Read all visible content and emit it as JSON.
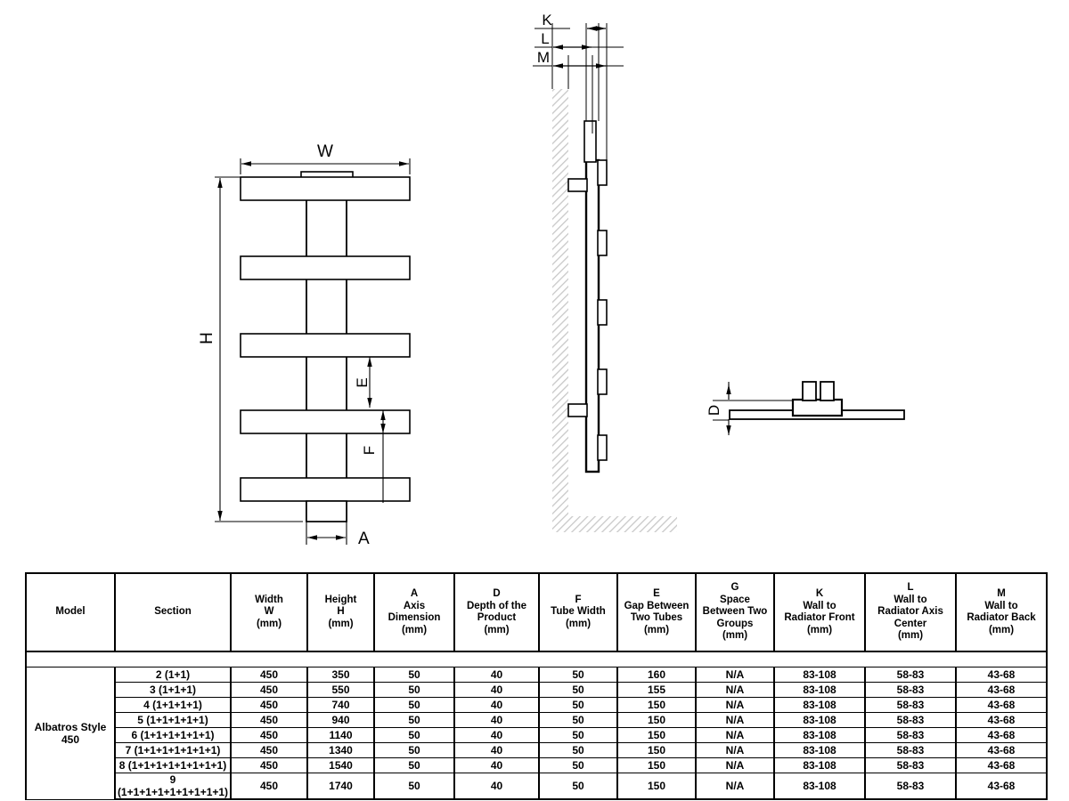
{
  "drawing": {
    "title": "Albatros Style 450 radiator technical drawing",
    "front_view": {
      "labels": [
        {
          "key": "W",
          "text": "W",
          "meaning": "width"
        },
        {
          "key": "H",
          "text": "H",
          "meaning": "height"
        },
        {
          "key": "E",
          "text": "E",
          "meaning": "gap-between-two-tubes"
        },
        {
          "key": "F",
          "text": "F",
          "meaning": "tube-width"
        },
        {
          "key": "A",
          "text": "A",
          "meaning": "axis-dimension"
        }
      ],
      "bar_count": 5
    },
    "side_view": {
      "labels": [
        {
          "key": "K",
          "text": "K",
          "meaning": "wall-to-radiator-front"
        },
        {
          "key": "L",
          "text": "L",
          "meaning": "wall-to-radiator-axis-center"
        },
        {
          "key": "M",
          "text": "M",
          "meaning": "wall-to-radiator-back"
        }
      ],
      "protrusion_count": 5,
      "bracket_count": 2
    },
    "top_view": {
      "labels": [
        {
          "key": "D",
          "text": "D",
          "meaning": "depth-of-the-product"
        }
      ],
      "stub_count": 2
    }
  },
  "table": {
    "headers": [
      {
        "id": "model",
        "lines": [
          "Model"
        ]
      },
      {
        "id": "section",
        "lines": [
          "Section"
        ]
      },
      {
        "id": "width",
        "lines": [
          "Width",
          "W",
          "(mm)"
        ]
      },
      {
        "id": "height",
        "lines": [
          "Height",
          "H",
          "(mm)"
        ]
      },
      {
        "id": "a",
        "lines": [
          "A",
          "Axis",
          "Dimension",
          "(mm)"
        ]
      },
      {
        "id": "d",
        "lines": [
          "D",
          "Depth of the",
          "Product",
          "(mm)"
        ]
      },
      {
        "id": "f",
        "lines": [
          "F",
          "Tube Width",
          "(mm)"
        ]
      },
      {
        "id": "e",
        "lines": [
          "E",
          "Gap Between",
          "Two Tubes",
          "(mm)"
        ]
      },
      {
        "id": "g",
        "lines": [
          "G",
          "Space",
          "Between Two",
          "Groups",
          "(mm)"
        ]
      },
      {
        "id": "k",
        "lines": [
          "K",
          "Wall to",
          "Radiator Front",
          "(mm)"
        ]
      },
      {
        "id": "l",
        "lines": [
          "L",
          "Wall to",
          "Radiator  Axis",
          "Center",
          "(mm)"
        ]
      },
      {
        "id": "m",
        "lines": [
          "M",
          "Wall to",
          "Radiator  Back",
          "(mm)"
        ]
      }
    ],
    "model": "Albatros Style\n450",
    "model_lines": [
      "Albatros Style",
      "450"
    ],
    "rows": [
      {
        "section": "2 (1+1)",
        "width": "450",
        "height": "350",
        "a": "50",
        "d": "40",
        "f": "50",
        "e": "160",
        "g": "N/A",
        "k": "83-108",
        "l": "58-83",
        "m": "43-68"
      },
      {
        "section": "3 (1+1+1)",
        "width": "450",
        "height": "550",
        "a": "50",
        "d": "40",
        "f": "50",
        "e": "155",
        "g": "N/A",
        "k": "83-108",
        "l": "58-83",
        "m": "43-68"
      },
      {
        "section": "4 (1+1+1+1)",
        "width": "450",
        "height": "740",
        "a": "50",
        "d": "40",
        "f": "50",
        "e": "150",
        "g": "N/A",
        "k": "83-108",
        "l": "58-83",
        "m": "43-68"
      },
      {
        "section": "5 (1+1+1+1+1)",
        "width": "450",
        "height": "940",
        "a": "50",
        "d": "40",
        "f": "50",
        "e": "150",
        "g": "N/A",
        "k": "83-108",
        "l": "58-83",
        "m": "43-68"
      },
      {
        "section": "6 (1+1+1+1+1+1)",
        "width": "450",
        "height": "1140",
        "a": "50",
        "d": "40",
        "f": "50",
        "e": "150",
        "g": "N/A",
        "k": "83-108",
        "l": "58-83",
        "m": "43-68"
      },
      {
        "section": "7 (1+1+1+1+1+1+1)",
        "width": "450",
        "height": "1340",
        "a": "50",
        "d": "40",
        "f": "50",
        "e": "150",
        "g": "N/A",
        "k": "83-108",
        "l": "58-83",
        "m": "43-68"
      },
      {
        "section": "8 (1+1+1+1+1+1+1+1)",
        "width": "450",
        "height": "1540",
        "a": "50",
        "d": "40",
        "f": "50",
        "e": "150",
        "g": "N/A",
        "k": "83-108",
        "l": "58-83",
        "m": "43-68"
      },
      {
        "section": "9 (1+1+1+1+1+1+1+1+1)",
        "width": "450",
        "height": "1740",
        "a": "50",
        "d": "40",
        "f": "50",
        "e": "150",
        "g": "N/A",
        "k": "83-108",
        "l": "58-83",
        "m": "43-68"
      }
    ]
  },
  "colors": {
    "line": "#000000",
    "wall_hatch": "#c8c8c8",
    "background": "#ffffff"
  }
}
